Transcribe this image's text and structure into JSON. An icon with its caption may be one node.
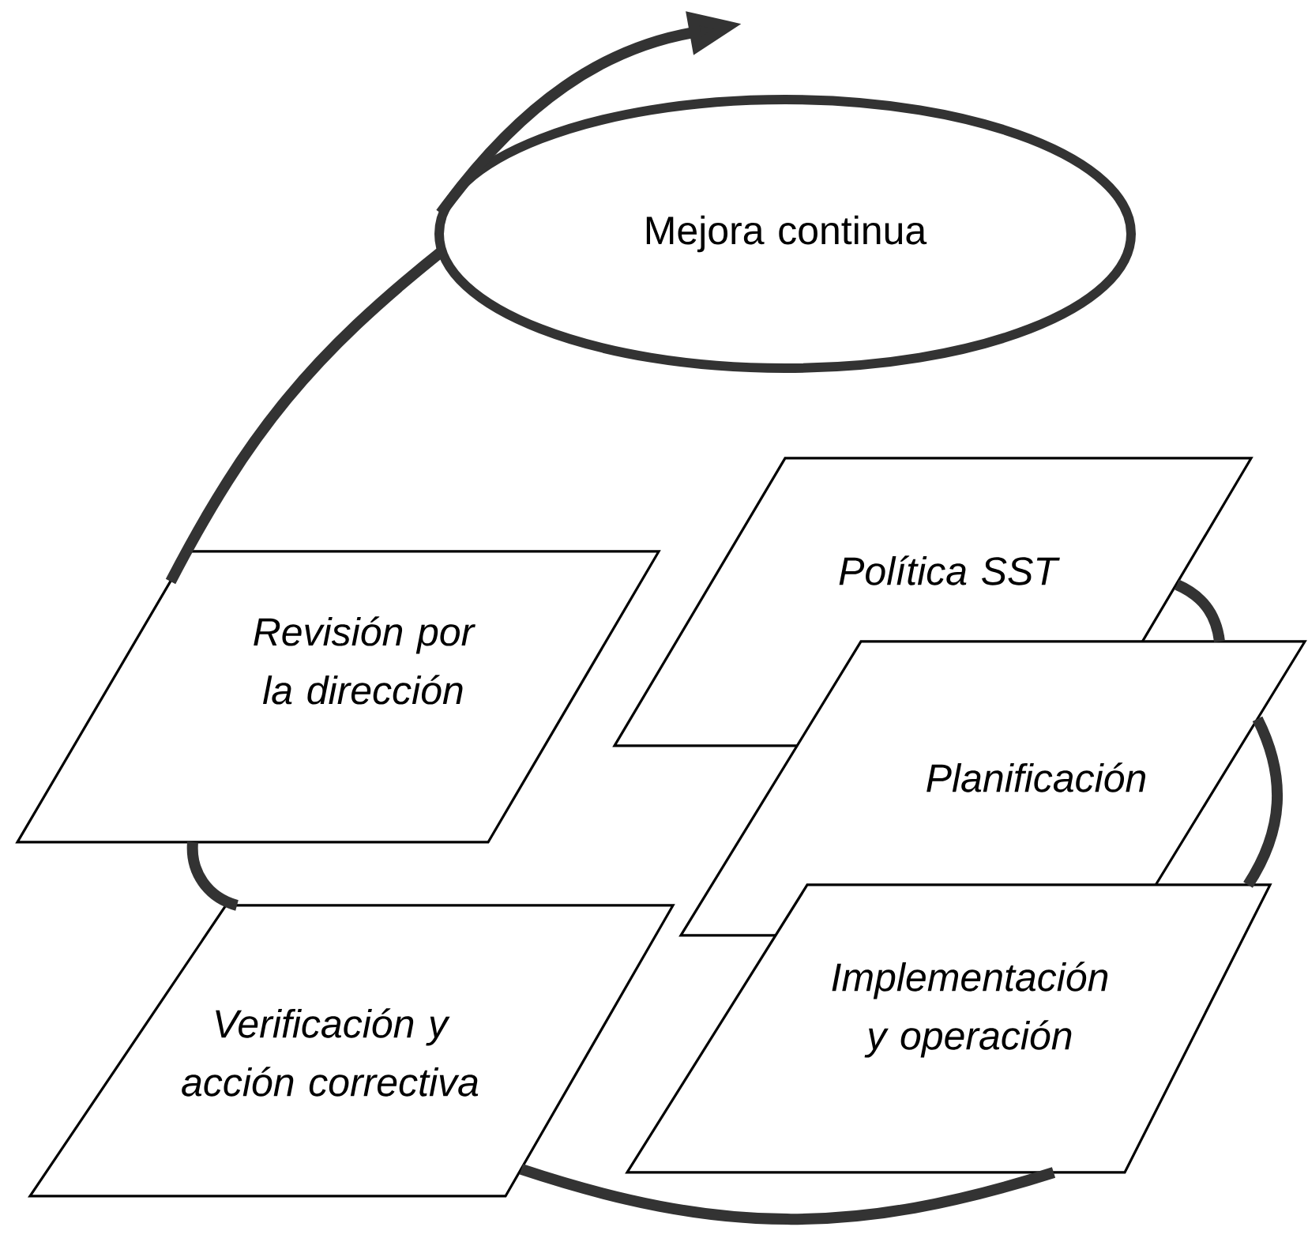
{
  "diagram": {
    "nodes": [
      {
        "text": [
          "Mejora continua"
        ]
      },
      {
        "text": [
          "Revisión por la dirección"
        ]
      },
      {
        "text": [
          "Política SST"
        ]
      },
      {
        "text": [
          "Planificación"
        ]
      },
      {
        "text": [
          "Implementación y operación"
        ]
      },
      {
        "text": [
          "Verificación y acción correctiva"
        ]
      }
    ],
    "edges": [
      {
        "from": 2,
        "to": 3,
        "arrow": "none"
      },
      {
        "from": 3,
        "to": 4,
        "arrow": "none"
      },
      {
        "from": 4,
        "to": 5,
        "arrow": "none"
      },
      {
        "from": 5,
        "to": 1,
        "arrow": "none"
      },
      {
        "from": 1,
        "to": 0,
        "arrow": "none"
      },
      {
        "from": 0,
        "to": null,
        "arrow": "to"
      }
    ]
  }
}
